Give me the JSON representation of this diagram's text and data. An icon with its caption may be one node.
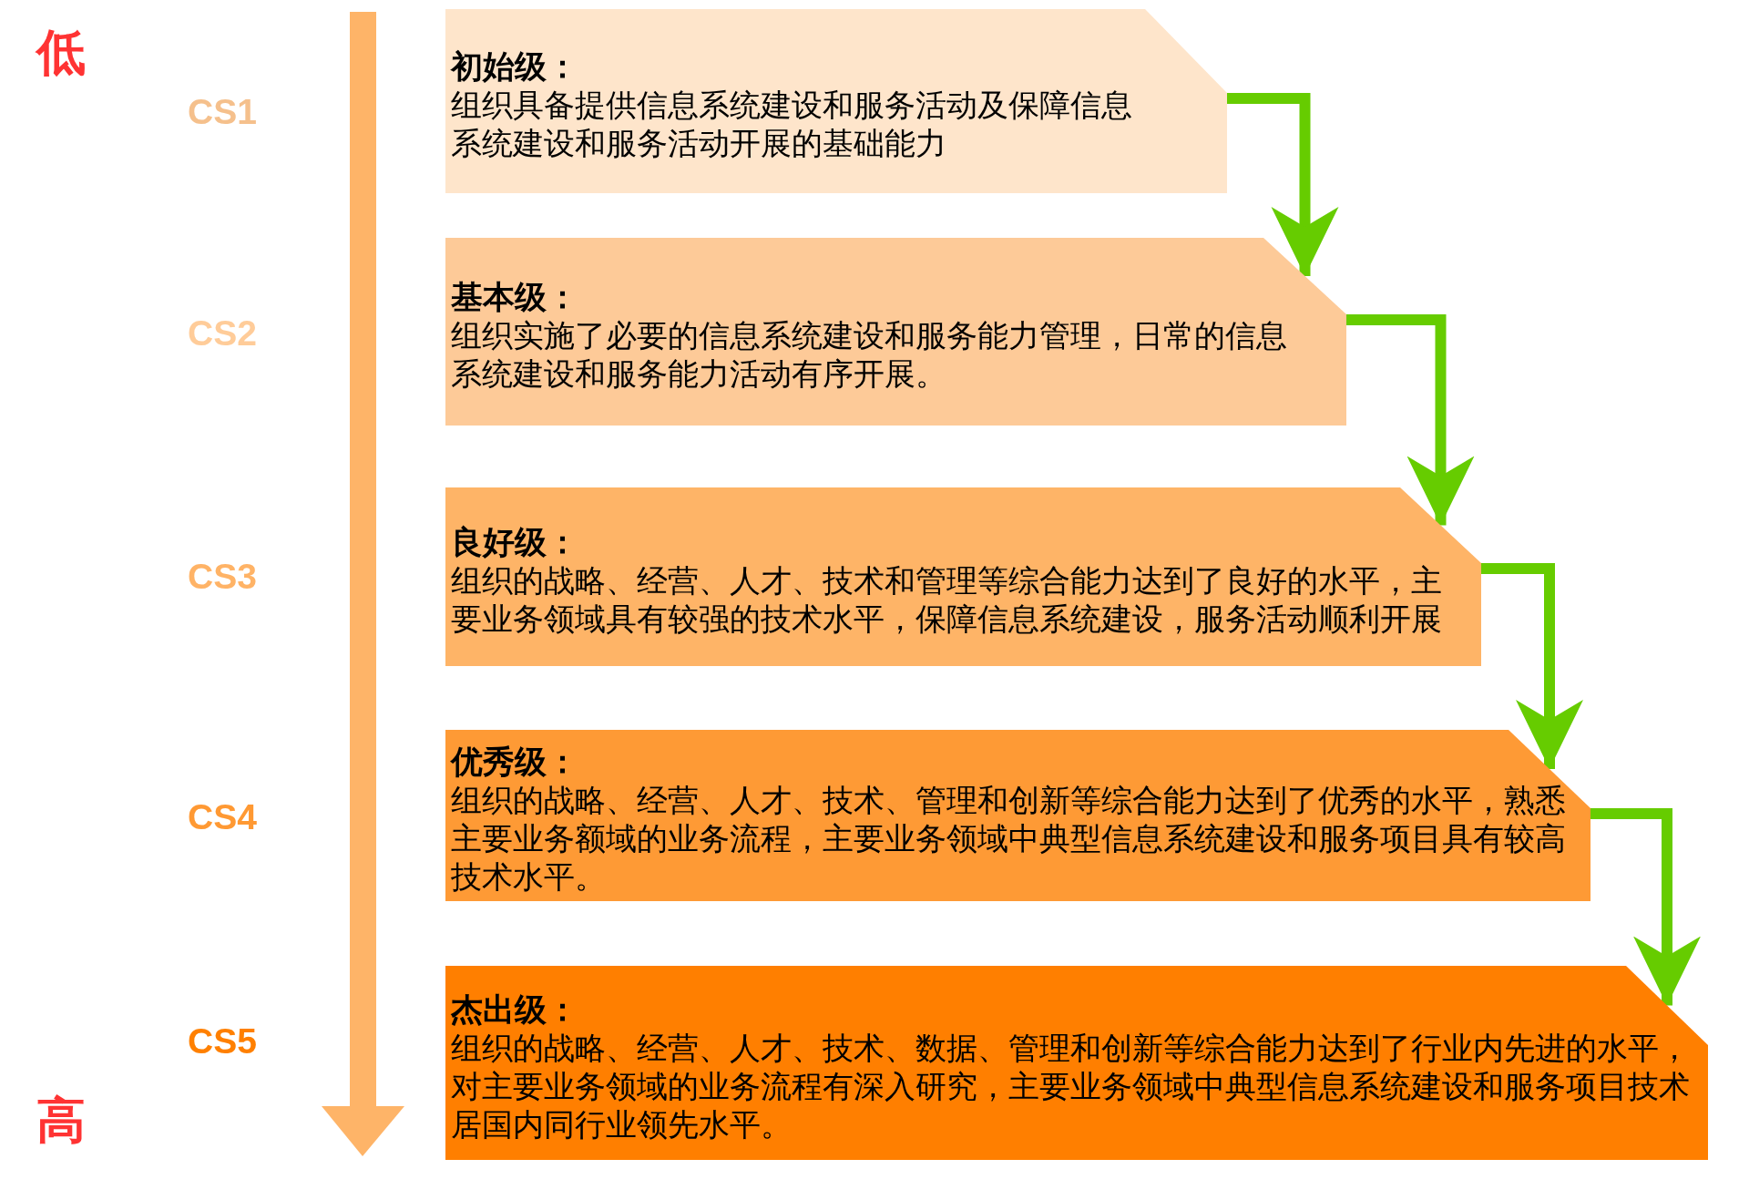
{
  "diagram": {
    "nodes": [
      {
        "text": [
          "初始级：",
          "组织具备提供信息系统建设和服务活动及保障信息系统建设和服务活动开展的基础能力"
        ]
      },
      {
        "text": [
          "基本级：",
          "组织实施了必要的信息系统建设和服务能力管理，日常的信息系统建设和服务能力活动有序开展。"
        ]
      },
      {
        "text": [
          "良好级：",
          "组织的战略、经营、人才、技术和管理等综合能力达到了良好的水平，主要业务领域具有较强的技术水平，保障信息系统建设，服务活动顺利开展"
        ]
      },
      {
        "text": [
          "优秀级：",
          "组织的战略、经营、人才、技术、管理和创新等综合能力达到了优秀的水平，熟悉主要业务额域的业务流程，主要业务领域中典型信息系统建设和服务项目具有较高技术水平。"
        ]
      },
      {
        "text": [
          "杰出级：",
          "组织的战略、经营、人才、技术、数据、管理和创新等综合能力达到了行业内先进的水平，对主要业务领域的业务流程有深入研究，主要业务领域中典型信息系统建设和服务项目技术居国内同行业领先水平。"
        ]
      }
    ],
    "edges": [
      {
        "from": 0,
        "to": 1,
        "arrow": "to"
      },
      {
        "from": 1,
        "to": 2,
        "arrow": "to"
      },
      {
        "from": 2,
        "to": 3,
        "arrow": "to"
      },
      {
        "from": 3,
        "to": 4,
        "arrow": "to"
      }
    ],
    "labels": [
      "低",
      "CS1",
      "CS2",
      "CS3",
      "CS4",
      "CS5",
      "高"
    ]
  }
}
